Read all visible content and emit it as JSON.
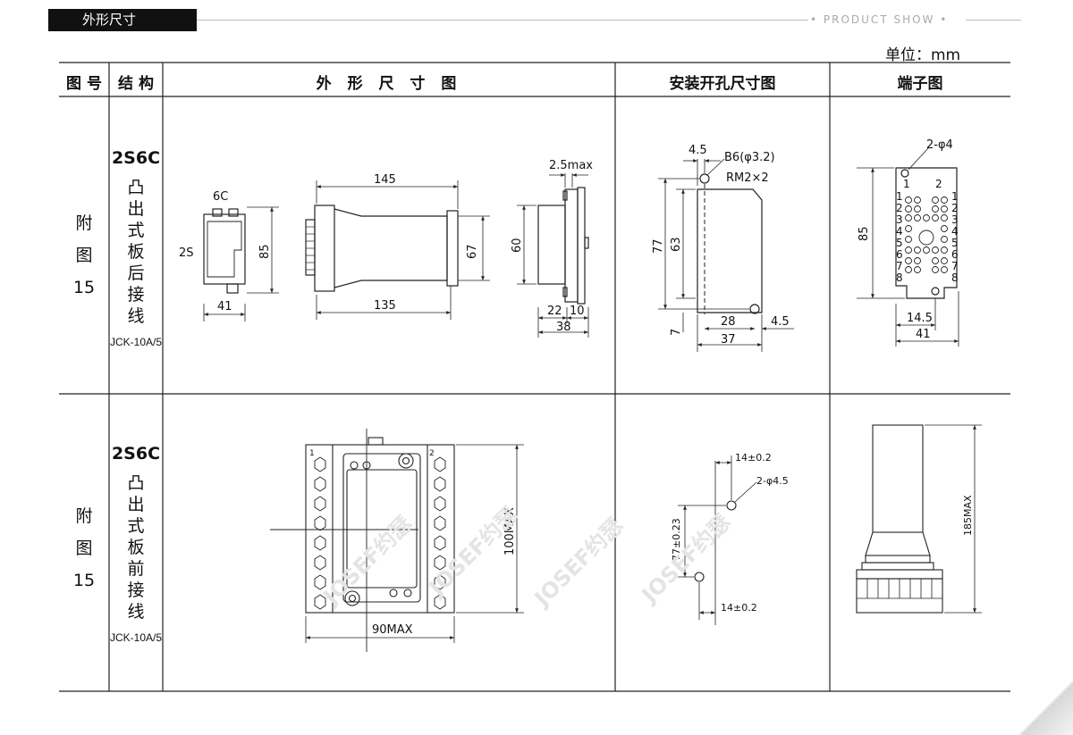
{
  "header": {
    "section_title": "外形尺寸",
    "product_show": "• PRODUCT SHOW •",
    "unit_label": "单位：mm"
  },
  "table": {
    "columns": [
      "图 号",
      "结 构",
      "外 形 尺 寸 图",
      "安装开孔尺寸图",
      "端子图"
    ],
    "rows": [
      {
        "figure_label": [
          "附",
          "图",
          "15"
        ],
        "model": "2S6C",
        "structure": [
          "凸",
          "出",
          "式",
          "板",
          "后",
          "接",
          "线"
        ],
        "code": "JCK-10A/5"
      },
      {
        "figure_label": [
          "附",
          "图",
          "15"
        ],
        "model": "2S6C",
        "structure": [
          "凸",
          "出",
          "式",
          "板",
          "前",
          "接",
          "线"
        ],
        "code": "JCK-10A/5"
      }
    ]
  },
  "drawing1": {
    "side_label_top": "6C",
    "side_label_left": "2S",
    "dim_41": "41",
    "dim_85": "85",
    "dim_145": "145",
    "dim_135": "135",
    "dim_67": "67",
    "dim_25max": "2.5max",
    "dim_60": "60",
    "dim_22": "22",
    "dim_10": "10",
    "dim_38": "38"
  },
  "cutout1": {
    "dim_45a": "4.5",
    "hole_label": "B6(φ3.2)",
    "rm_label": "RM2×2",
    "dim_77": "77",
    "dim_63": "63",
    "dim_7": "7",
    "dim_28": "28",
    "dim_45b": "4.5",
    "dim_37": "37"
  },
  "terminal1": {
    "hole_label": "2-φ4",
    "top_numbers": [
      "1",
      "2"
    ],
    "left_numbers": [
      "1",
      "2",
      "3",
      "4",
      "5",
      "6",
      "7",
      "8"
    ],
    "right_numbers": [
      "1",
      "2",
      "3",
      "4",
      "5",
      "6",
      "7",
      "8"
    ],
    "dim_85": "85",
    "dim_145": "14.5",
    "dim_41": "41"
  },
  "drawing2": {
    "dim_100max": "100MAX",
    "dim_90max": "90MAX",
    "small_labels": [
      "1",
      "2"
    ]
  },
  "cutout2": {
    "dim_top": "14±0.2",
    "hole_label": "2-φ4.5",
    "dim_77": "77±0.23",
    "dim_bottom": "14±0.2"
  },
  "terminal2": {
    "dim_185max": "185MAX"
  },
  "watermarks": [
    "JOSEF约瑟",
    "JOSEF约瑟",
    "JOSEF约瑟",
    "JOSEF约瑟"
  ]
}
